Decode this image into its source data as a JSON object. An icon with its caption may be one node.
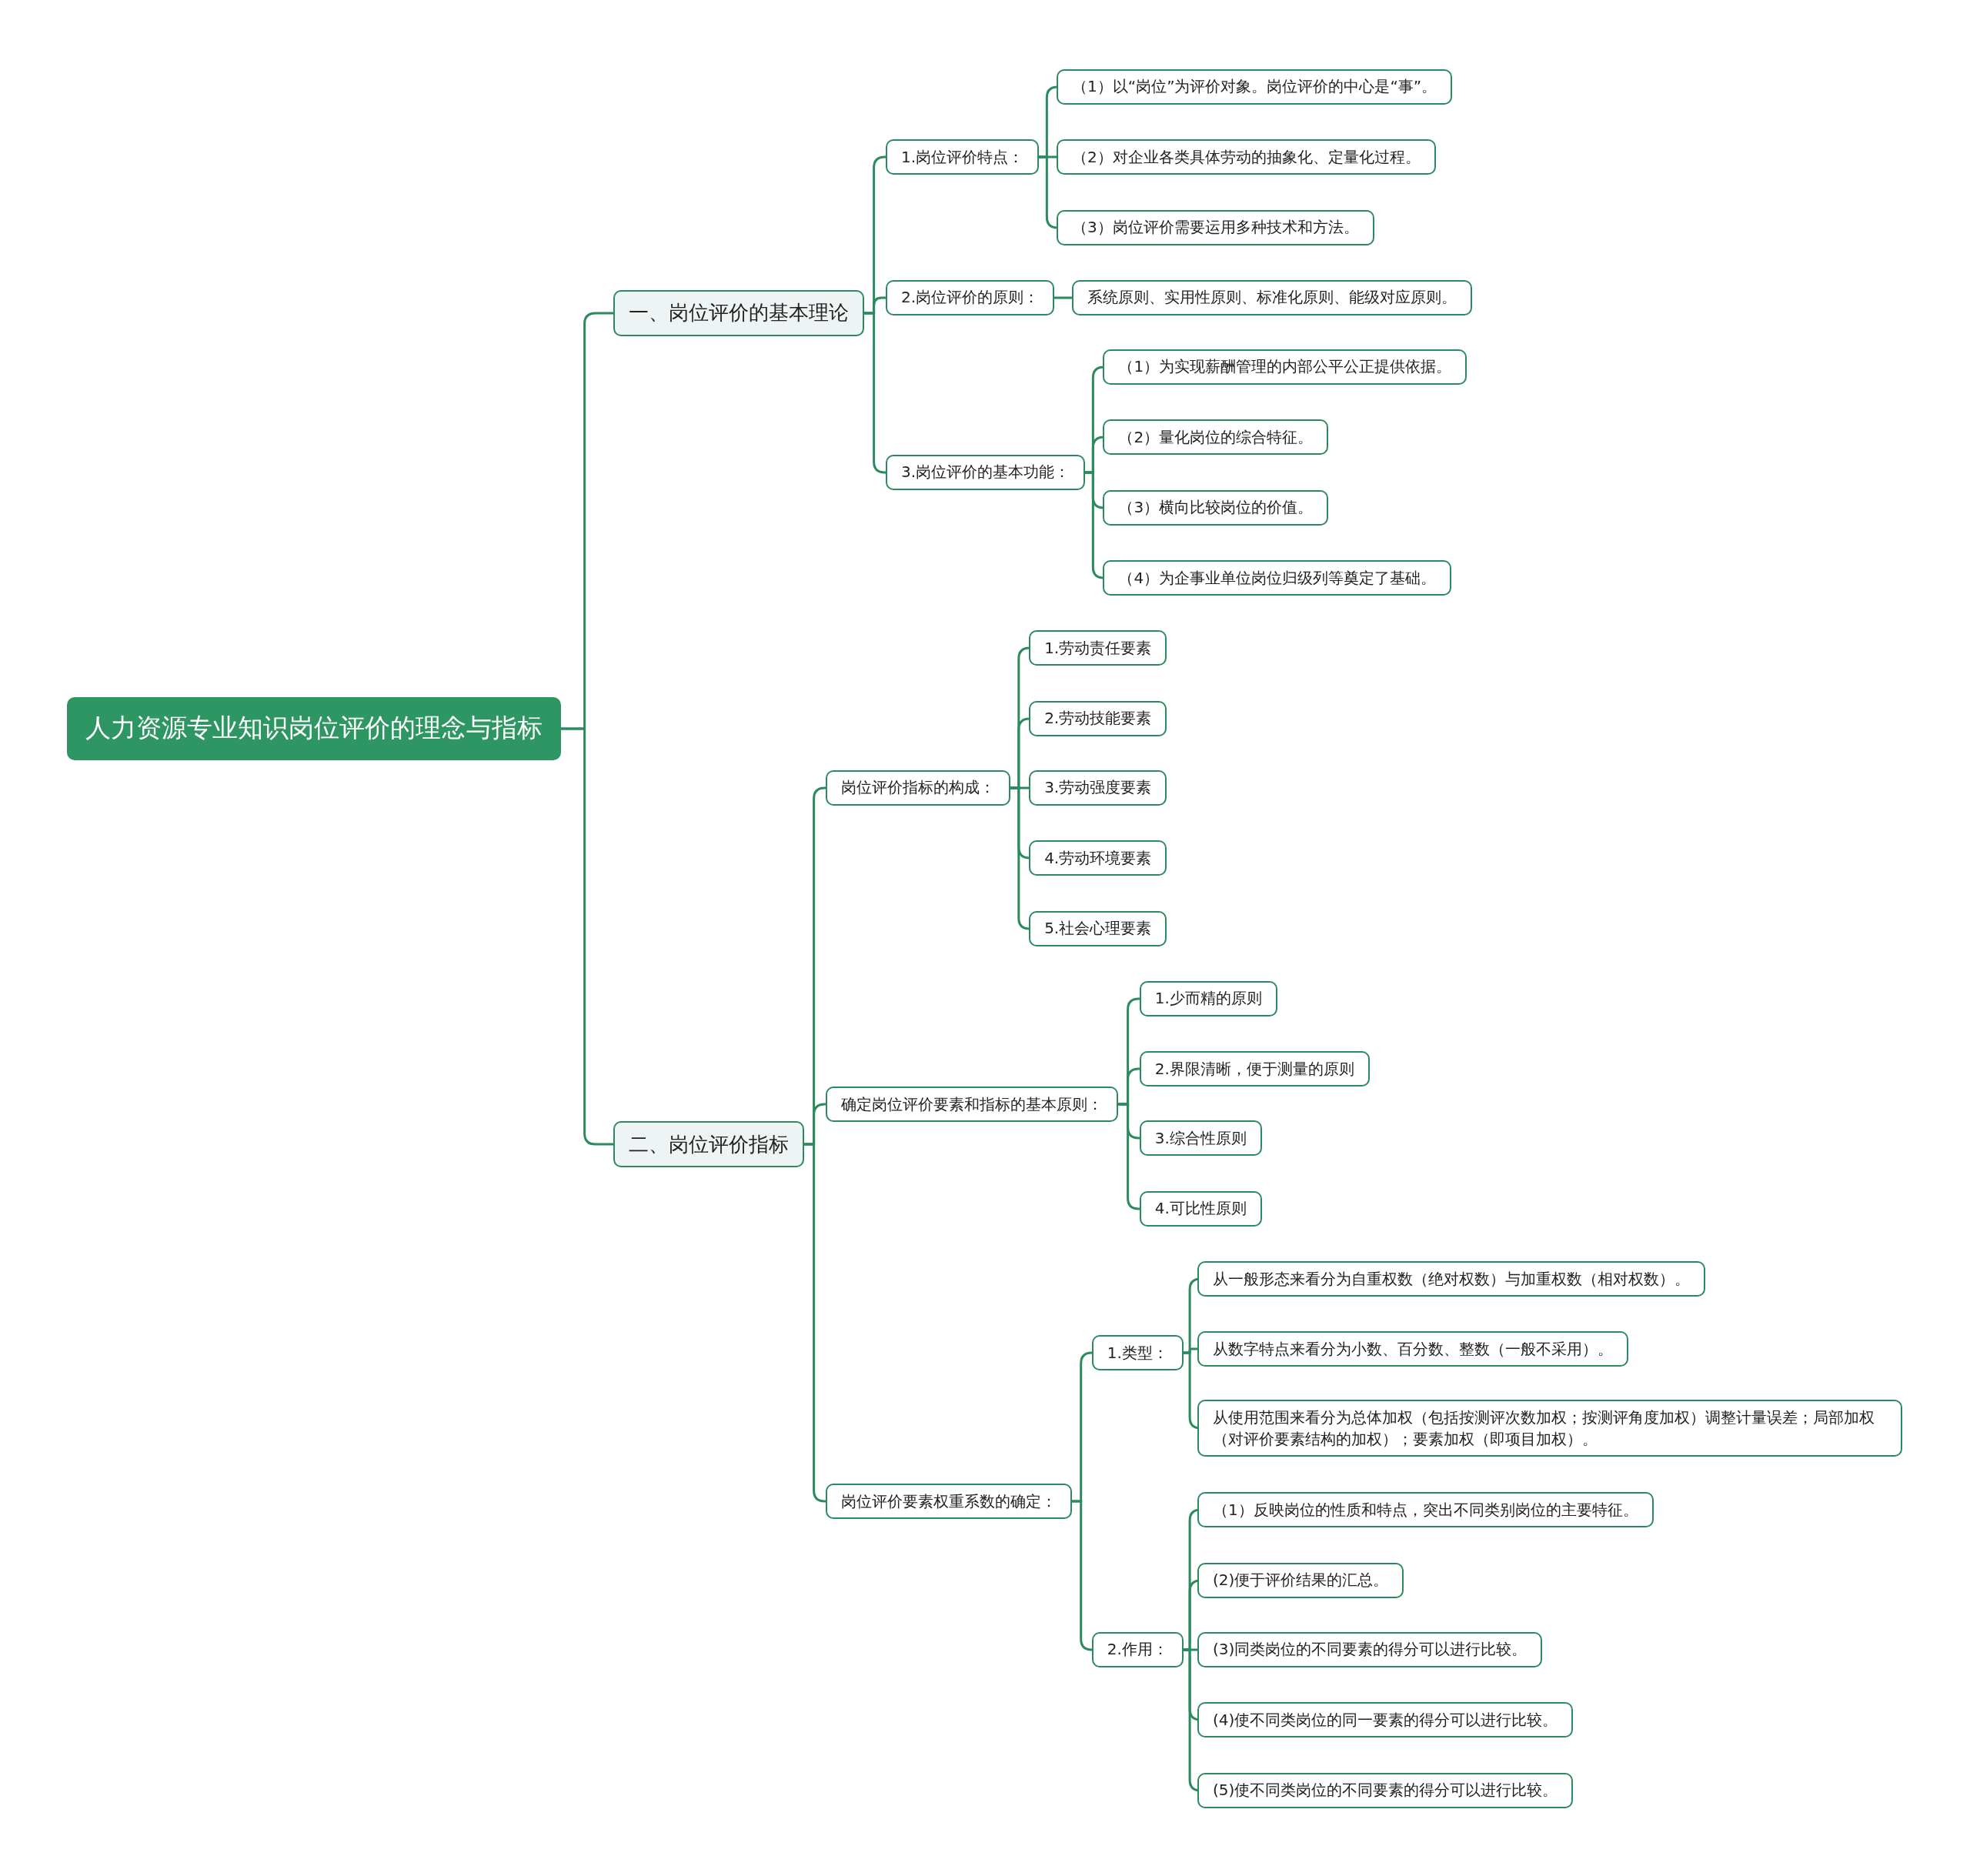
{
  "diagram": {
    "nodes": [
      {
        "text": [
          "人力资源专业知识岗位评价的理念与指标"
        ]
      },
      {
        "text": [
          "一、岗位评价的基本理论"
        ]
      },
      {
        "text": [
          "1.岗位评价特点："
        ]
      },
      {
        "text": [
          "（1）以“岗位”为评价对象。岗位评价的中心是“事”。"
        ]
      },
      {
        "text": [
          "（2）对企业各类具体劳动的抽象化、定量化过程。"
        ]
      },
      {
        "text": [
          "（3）岗位评价需要运用多种技术和方法。"
        ]
      },
      {
        "text": [
          "2.岗位评价的原则："
        ]
      },
      {
        "text": [
          "系统原则、实用性原则、标准化原则、能级对应原则。"
        ]
      },
      {
        "text": [
          "3.岗位评价的基本功能："
        ]
      },
      {
        "text": [
          "（1）为实现薪酬管理的内部公平公正提供依据。"
        ]
      },
      {
        "text": [
          "（2）量化岗位的综合特征。"
        ]
      },
      {
        "text": [
          "（3）横向比较岗位的价值。"
        ]
      },
      {
        "text": [
          "（4）为企事业单位岗位归级列等奠定了基础。"
        ]
      },
      {
        "text": [
          "二、岗位评价指标"
        ]
      },
      {
        "text": [
          "岗位评价指标的构成："
        ]
      },
      {
        "text": [
          "1.劳动责任要素"
        ]
      },
      {
        "text": [
          "2.劳动技能要素"
        ]
      },
      {
        "text": [
          "3.劳动强度要素"
        ]
      },
      {
        "text": [
          "4.劳动环境要素"
        ]
      },
      {
        "text": [
          "5.社会心理要素"
        ]
      },
      {
        "text": [
          "确定岗位评价要素和指标的基本原则："
        ]
      },
      {
        "text": [
          "1.少而精的原则"
        ]
      },
      {
        "text": [
          "2.界限清晰，便于测量的原则"
        ]
      },
      {
        "text": [
          "3.综合性原则"
        ]
      },
      {
        "text": [
          "4.可比性原则"
        ]
      },
      {
        "text": [
          "岗位评价要素权重系数的确定："
        ]
      },
      {
        "text": [
          "1.类型："
        ]
      },
      {
        "text": [
          "从一般形态来看分为自重权数（绝对权数）与加重权数（相对权数）。"
        ]
      },
      {
        "text": [
          "从数字特点来看分为小数、百分数、整数（一般不采用）。"
        ]
      },
      {
        "text": [
          "从使用范围来看分为总体加权（包括按测评次数加权；按测评角度加权）调整计量误差；局部加权（对评价要素结构的加权）；要素加权（即项目加权）。"
        ]
      },
      {
        "text": [
          "2.作用："
        ]
      },
      {
        "text": [
          "（1）反映岗位的性质和特点，突出不同类别岗位的主要特征。"
        ]
      },
      {
        "text": [
          "(2)便于评价结果的汇总。"
        ]
      },
      {
        "text": [
          "(3)同类岗位的不同要素的得分可以进行比较。"
        ]
      },
      {
        "text": [
          "(4)使不同类岗位的同一要素的得分可以进行比较。"
        ]
      },
      {
        "text": [
          "(5)使不同类岗位的不同要素的得分可以进行比较。"
        ]
      }
    ],
    "edges": [
      {
        "from": 0,
        "to": 1,
        "arrow": "none"
      },
      {
        "from": 1,
        "to": 2,
        "arrow": "none"
      },
      {
        "from": 2,
        "to": 3,
        "arrow": "none"
      },
      {
        "from": 2,
        "to": 4,
        "arrow": "none"
      },
      {
        "from": 2,
        "to": 5,
        "arrow": "none"
      },
      {
        "from": 1,
        "to": 6,
        "arrow": "none"
      },
      {
        "from": 6,
        "to": 7,
        "arrow": "none"
      },
      {
        "from": 1,
        "to": 8,
        "arrow": "none"
      },
      {
        "from": 8,
        "to": 9,
        "arrow": "none"
      },
      {
        "from": 8,
        "to": 10,
        "arrow": "none"
      },
      {
        "from": 8,
        "to": 11,
        "arrow": "none"
      },
      {
        "from": 8,
        "to": 12,
        "arrow": "none"
      },
      {
        "from": 0,
        "to": 13,
        "arrow": "none"
      },
      {
        "from": 13,
        "to": 14,
        "arrow": "none"
      },
      {
        "from": 14,
        "to": 15,
        "arrow": "none"
      },
      {
        "from": 14,
        "to": 16,
        "arrow": "none"
      },
      {
        "from": 14,
        "to": 17,
        "arrow": "none"
      },
      {
        "from": 14,
        "to": 18,
        "arrow": "none"
      },
      {
        "from": 14,
        "to": 19,
        "arrow": "none"
      },
      {
        "from": 13,
        "to": 20,
        "arrow": "none"
      },
      {
        "from": 20,
        "to": 21,
        "arrow": "none"
      },
      {
        "from": 20,
        "to": 22,
        "arrow": "none"
      },
      {
        "from": 20,
        "to": 23,
        "arrow": "none"
      },
      {
        "from": 20,
        "to": 24,
        "arrow": "none"
      },
      {
        "from": 13,
        "to": 25,
        "arrow": "none"
      },
      {
        "from": 25,
        "to": 26,
        "arrow": "none"
      },
      {
        "from": 26,
        "to": 27,
        "arrow": "none"
      },
      {
        "from": 26,
        "to": 28,
        "arrow": "none"
      },
      {
        "from": 26,
        "to": 29,
        "arrow": "none"
      },
      {
        "from": 25,
        "to": 30,
        "arrow": "none"
      },
      {
        "from": 30,
        "to": 31,
        "arrow": "none"
      },
      {
        "from": 30,
        "to": 32,
        "arrow": "none"
      },
      {
        "from": 30,
        "to": 33,
        "arrow": "none"
      },
      {
        "from": 30,
        "to": 34,
        "arrow": "none"
      },
      {
        "from": 30,
        "to": 35,
        "arrow": "none"
      }
    ]
  }
}
